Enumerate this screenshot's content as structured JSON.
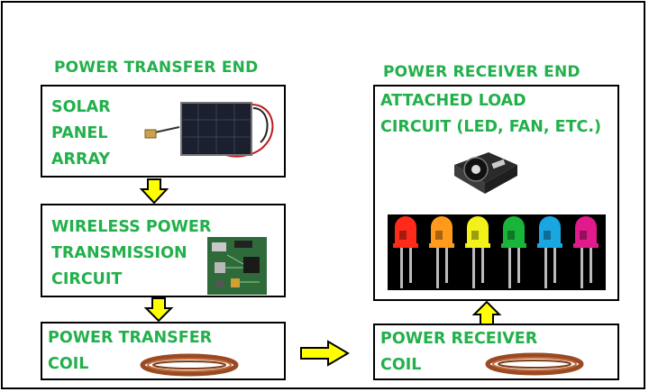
{
  "transfer_end": {
    "heading": "POWER TRANSFER END",
    "solar": {
      "lines": [
        "SOLAR",
        "PANEL",
        "ARRAY"
      ]
    },
    "circuit": {
      "lines": [
        "WIRELESS POWER",
        "TRANSMISSION",
        "CIRCUIT"
      ]
    },
    "coil": {
      "lines": [
        "POWER TRANSFER",
        "COIL"
      ]
    }
  },
  "receiver_end": {
    "heading": "POWER RECEIVER END",
    "load": {
      "lines": [
        "ATTACHED LOAD",
        "CIRCUIT (LED, FAN, ETC.)"
      ]
    },
    "coil": {
      "lines": [
        "POWER RECEIVER",
        "COIL"
      ]
    }
  },
  "colors": {
    "text": "#22b04b",
    "arrow_fill": "#ffff00",
    "led": [
      "#ff2a1a",
      "#ff9a1a",
      "#f2f21a",
      "#19b53a",
      "#1aa6e0",
      "#e21a8c"
    ]
  }
}
